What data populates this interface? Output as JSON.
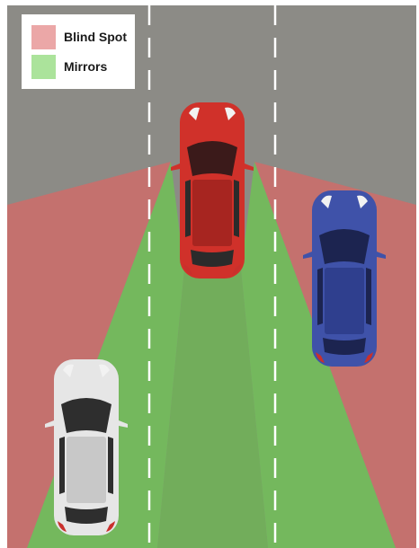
{
  "legend": {
    "items": [
      {
        "label": "Blind Spot",
        "color": "#eba7a7"
      },
      {
        "label": "Mirrors",
        "color": "#abe39b"
      }
    ]
  },
  "colors": {
    "road": "#8c8b86",
    "blind_spot_zone": "#c4716e",
    "mirror_zone": "#74b85d",
    "lane_marking": "#ffffff"
  },
  "cars": [
    {
      "name": "red-car",
      "color": "#d0312a",
      "dark": "#a72520"
    },
    {
      "name": "blue-car",
      "color": "#3f52a9",
      "dark": "#2f3f8e"
    },
    {
      "name": "white-car",
      "color": "#e6e6e6",
      "dark": "#c8c8c8"
    }
  ]
}
